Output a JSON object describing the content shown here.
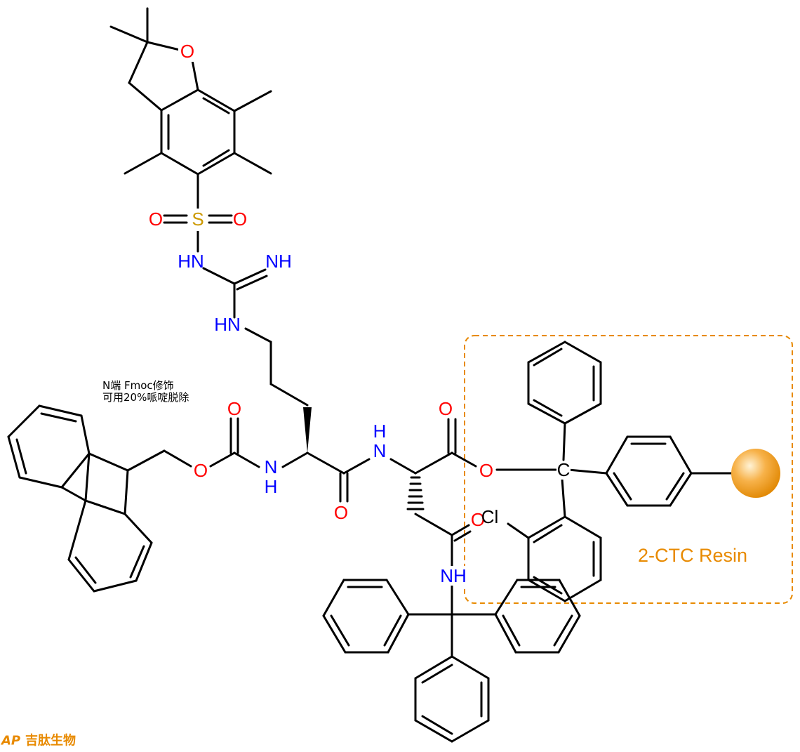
{
  "molecule": {
    "colors": {
      "carbon": "#000000",
      "oxygen": "#ff0000",
      "nitrogen": "#0000ff",
      "sulfur": "#cc9900",
      "resin": "#e88a00",
      "brand": "#e88a00"
    },
    "labels": {
      "O": "O",
      "S": "S",
      "N": "N",
      "H": "H",
      "NH": "NH",
      "HN": "HN",
      "Cl": "Cl",
      "C": "C"
    }
  },
  "annotation": {
    "line1": "N端 Fmoc修饰",
    "line2": "可用20%哌啶脱除"
  },
  "resin": {
    "label": "2-CTC Resin",
    "bead_icon": "resin-bead-icon"
  },
  "brand": {
    "logo": "AP",
    "name": "吉肽生物"
  }
}
